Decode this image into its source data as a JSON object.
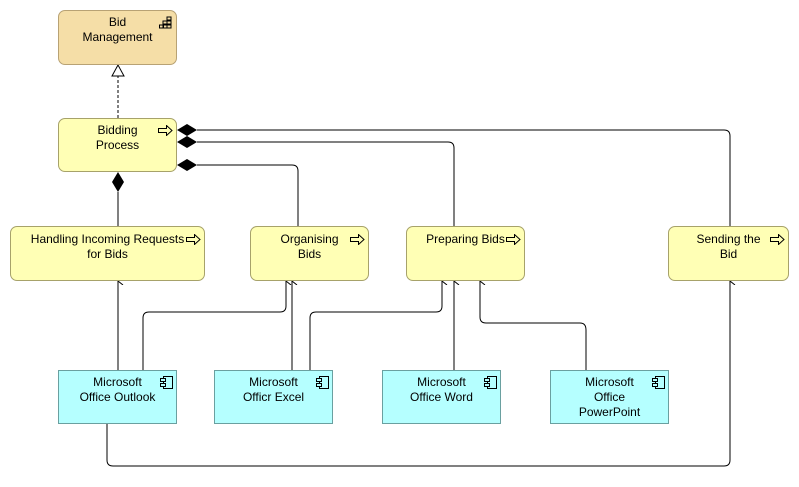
{
  "nodes": {
    "bid_management": {
      "label": "Bid\nManagement",
      "type": "capability",
      "icon": "capability-icon"
    },
    "bidding_process": {
      "label": "Bidding\nProcess",
      "type": "process",
      "icon": "process-arrow-icon"
    },
    "handling_requests": {
      "label": "Handling Incoming Requests\nfor Bids",
      "type": "process",
      "icon": "process-arrow-icon"
    },
    "organising_bids": {
      "label": "Organising\nBids",
      "type": "process",
      "icon": "process-arrow-icon"
    },
    "preparing_bids": {
      "label": "Preparing Bids",
      "type": "process",
      "icon": "process-arrow-icon"
    },
    "sending_bid": {
      "label": "Sending the\nBid",
      "type": "process",
      "icon": "process-arrow-icon"
    },
    "outlook": {
      "label": "Microsoft\nOffice Outlook",
      "type": "application-component",
      "icon": "component-icon"
    },
    "excel": {
      "label": "Microsoft\nOfficr Excel",
      "type": "application-component",
      "icon": "component-icon"
    },
    "word": {
      "label": "Microsoft\nOffice Word",
      "type": "application-component",
      "icon": "component-icon"
    },
    "powerpoint": {
      "label": "Microsoft\nOffice\nPowerPoint",
      "type": "application-component",
      "icon": "component-icon"
    }
  },
  "relations": [
    {
      "from": "bidding_process",
      "to": "bid_management",
      "type": "realization"
    },
    {
      "from": "bidding_process",
      "to": "handling_requests",
      "type": "composition"
    },
    {
      "from": "bidding_process",
      "to": "organising_bids",
      "type": "composition"
    },
    {
      "from": "bidding_process",
      "to": "preparing_bids",
      "type": "composition"
    },
    {
      "from": "bidding_process",
      "to": "sending_bid",
      "type": "composition"
    },
    {
      "from": "outlook",
      "to": "handling_requests",
      "type": "serving"
    },
    {
      "from": "outlook",
      "to": "organising_bids",
      "type": "serving"
    },
    {
      "from": "outlook",
      "to": "sending_bid",
      "type": "serving"
    },
    {
      "from": "excel",
      "to": "organising_bids",
      "type": "serving"
    },
    {
      "from": "excel",
      "to": "preparing_bids",
      "type": "serving"
    },
    {
      "from": "word",
      "to": "preparing_bids",
      "type": "serving"
    },
    {
      "from": "powerpoint",
      "to": "preparing_bids",
      "type": "serving"
    }
  ],
  "colors": {
    "capability_fill": "#f5dea7",
    "process_fill": "#ffffb5",
    "component_fill": "#b5ffff",
    "line": "#000000"
  }
}
